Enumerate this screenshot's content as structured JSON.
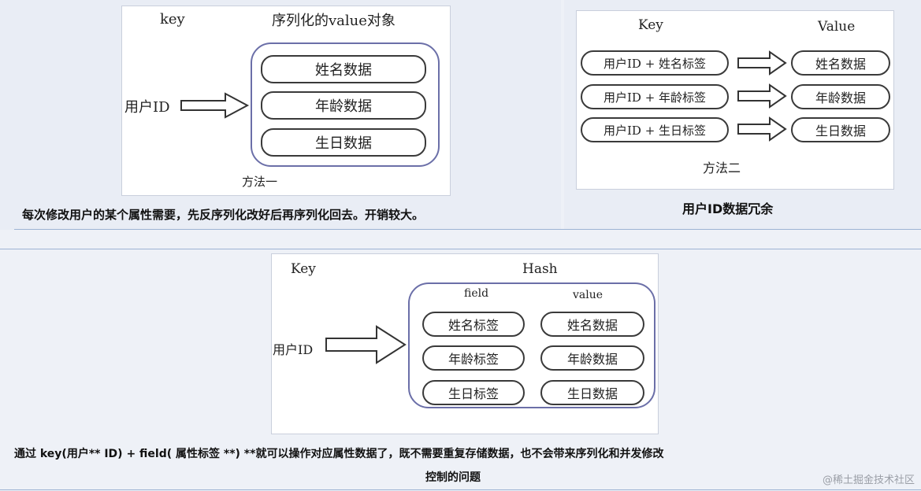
{
  "method1": {
    "key_label": "key",
    "value_label": "序列化的value对象",
    "user_id": "用户ID",
    "items": [
      "姓名数据",
      "年龄数据",
      "生日数据"
    ],
    "method_label": "方法一",
    "caption": "每次修改用户的某个属性需要，先反序列化改好后再序列化回去。开销较大。"
  },
  "method2": {
    "key_label": "Key",
    "value_label": "Value",
    "keys": [
      "用户ID + 姓名标签",
      "用户ID + 年龄标签",
      "用户ID + 生日标签"
    ],
    "values": [
      "姓名数据",
      "年龄数据",
      "生日数据"
    ],
    "method_label": "方法二",
    "caption": "用户ID数据冗余"
  },
  "method3": {
    "key_label": "Key",
    "hash_label": "Hash",
    "field_label": "field",
    "value_label": "value",
    "user_id": "用户ID",
    "fields": [
      "姓名标签",
      "年龄标签",
      "生日标签"
    ],
    "values": [
      "姓名数据",
      "年龄数据",
      "生日数据"
    ],
    "caption_line1": "通过 key(用户** ID) + field(  属性标签 **) **就可以操作对应属性数据了，既不需要重复存储数据，也不会带来序列化和并发修改",
    "caption_line2": "控制的问题"
  },
  "watermark": "@稀土掘金技术社区"
}
